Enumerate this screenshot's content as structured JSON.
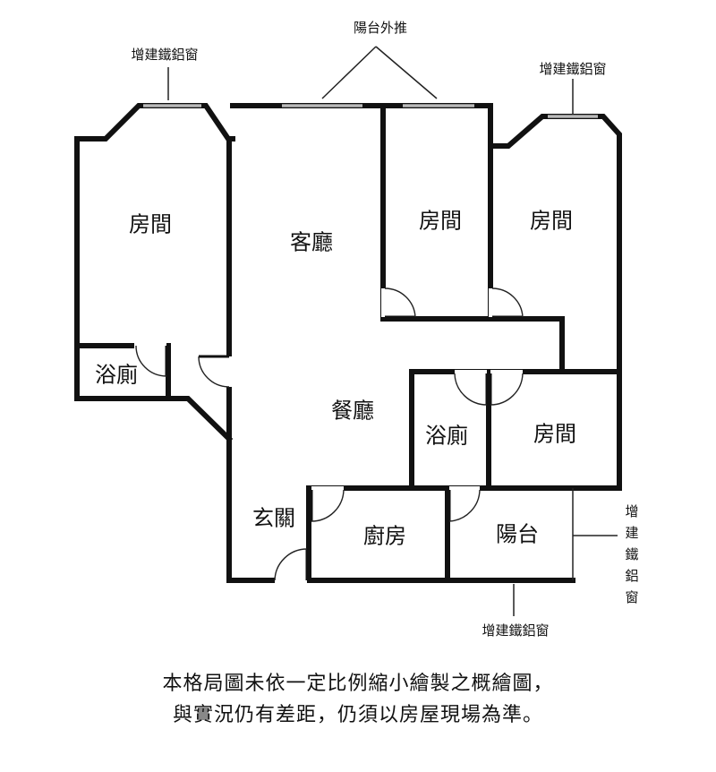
{
  "rooms": {
    "bedroom_left": "房間",
    "living_room": "客廳",
    "bedroom_middle": "房間",
    "bedroom_right": "房間",
    "bath_left": "浴廁",
    "dining_room": "餐廳",
    "bath_middle": "浴廁",
    "bedroom_lower_right": "房間",
    "entrance": "玄關",
    "kitchen": "廚房",
    "balcony": "陽台"
  },
  "annotations": {
    "balcony_pushout": "陽台外推",
    "iron_window_top_left": "增建鐵鋁窗",
    "iron_window_top_right": "增建鐵鋁窗",
    "iron_window_right": "增建鐵鋁窗",
    "iron_window_bottom": "增建鐵鋁窗"
  },
  "disclaimer": {
    "line1": "本格局圖未依一定比例縮小繪製之概繪圖，",
    "line2": "與實況仍有差距，仍須以房屋現場為準。"
  }
}
